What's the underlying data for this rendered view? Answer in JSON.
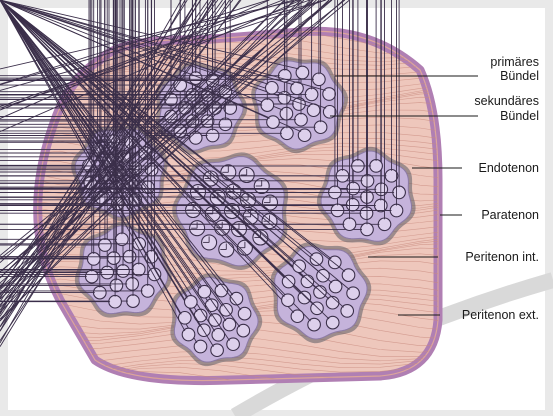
{
  "labels": {
    "primary_line1": "primäres",
    "primary_line2": "Bündel",
    "secondary_line1": "sekundäres",
    "secondary_line2": "Bündel",
    "endotenon": "Endotenon",
    "paratenon": "Paratenon",
    "peritenon_int": "Peritenon int.",
    "peritenon_ext": "Peritenon ext."
  },
  "colors": {
    "background": "#e9e9e9",
    "panel": "#ffffff",
    "paratenon": "#b07fb3",
    "peritenon_ext": "#eec7bc",
    "fibre_lines": "#c98c80",
    "endotenon_halo": "#5b5b64",
    "bundle_fill": "#c5b3db",
    "fibril_fill": "#ddd0ec",
    "fibril_stroke": "#3b2f4a"
  },
  "fibril_icons": [
    "plus-cross",
    "x-cross"
  ]
}
